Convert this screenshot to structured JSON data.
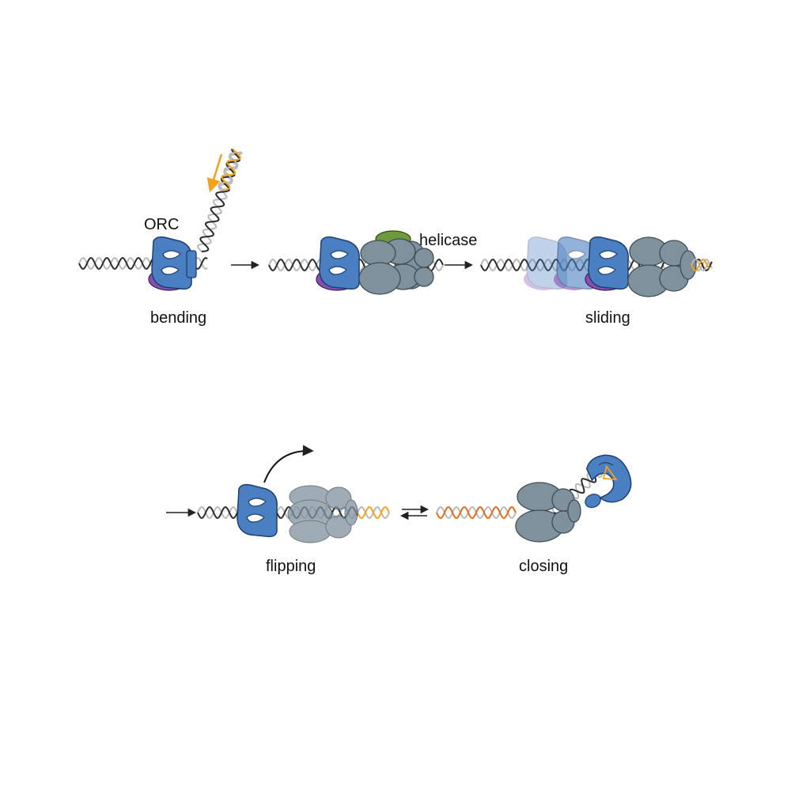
{
  "labels": {
    "orc": "ORC",
    "helicase": "helicase",
    "bending": "bending",
    "sliding": "sliding",
    "flipping": "flipping",
    "closing": "closing"
  },
  "colors": {
    "dna_dark": "#2b2b2b",
    "dna_light": "#b8b8b8",
    "dna_orange": "#e06a1a",
    "dna_yellow": "#f2a31b",
    "orc_blue": "#4a7fc1",
    "orc_outline": "#1c3f73",
    "purple": "#8a4fb0",
    "helicase_gray": "#7f919d",
    "helicase_outline": "#3f4d57",
    "green": "#6e9a3c",
    "arrow": "#222222"
  },
  "icons": {
    "orc": "orc-complex-icon",
    "helicase": "helicase-complex-icon",
    "arrow": "right-arrow-icon",
    "equilibrium": "equilibrium-arrows-icon",
    "curved": "curved-arrow-icon"
  }
}
